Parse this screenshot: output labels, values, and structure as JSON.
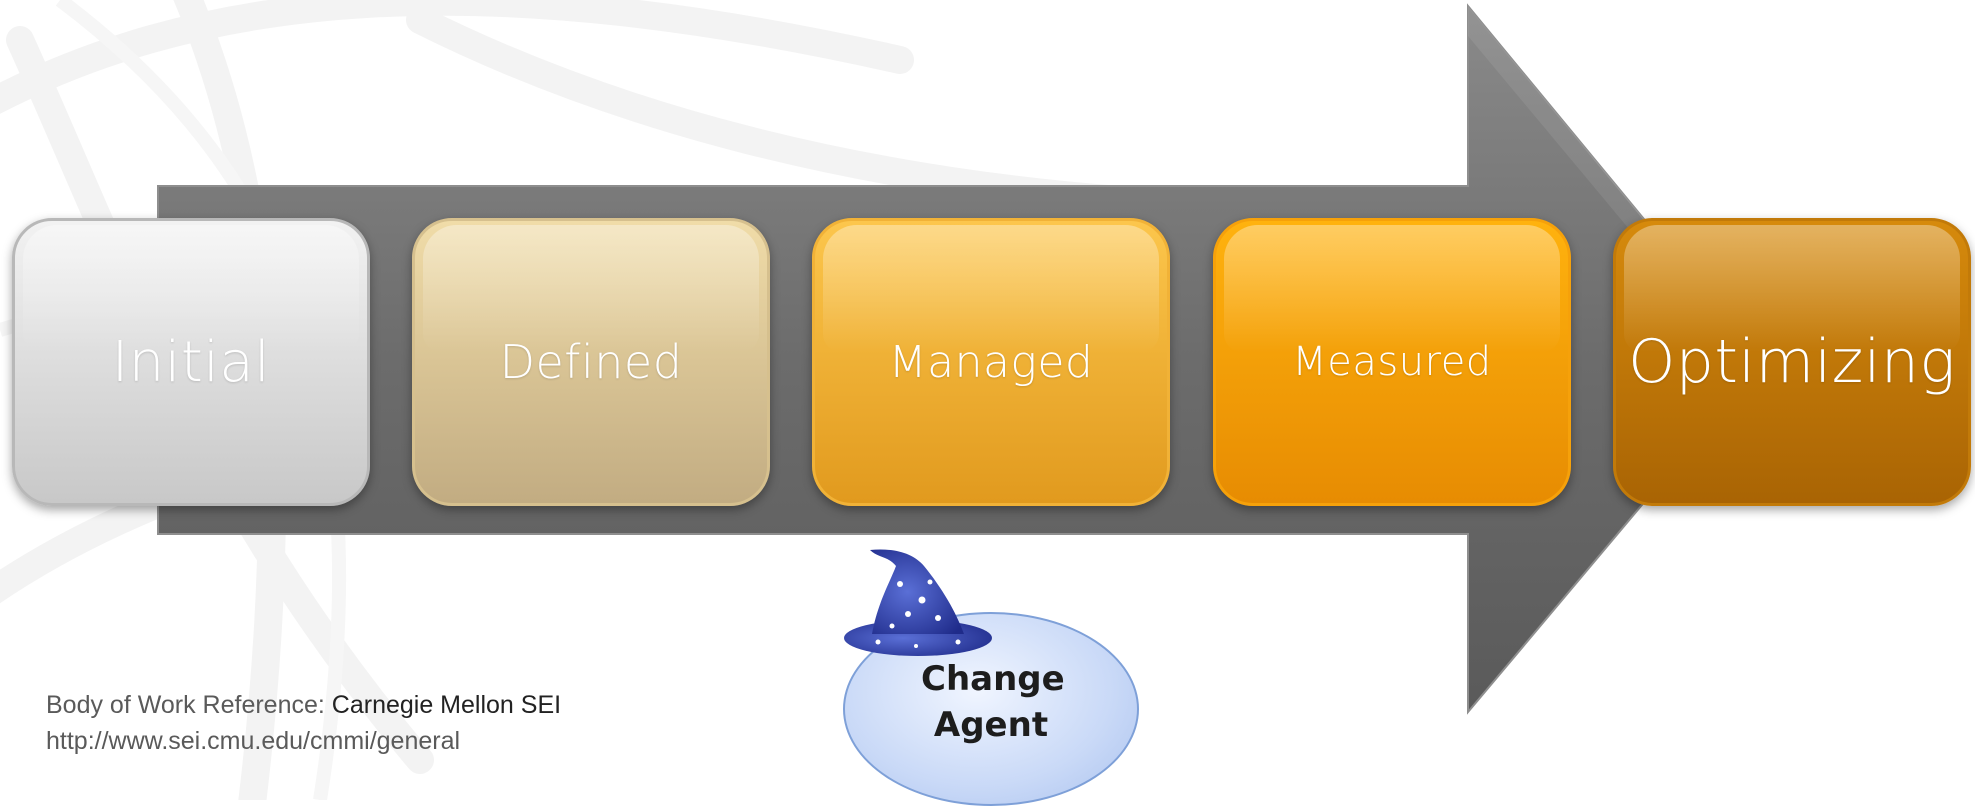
{
  "stages": [
    {
      "label": "Initial"
    },
    {
      "label": "Defined"
    },
    {
      "label": "Managed"
    },
    {
      "label": "Measured"
    },
    {
      "label": "Optimizing"
    }
  ],
  "change_agent": {
    "label": "Change Agent",
    "icon": "wizard-hat-icon"
  },
  "reference": {
    "prefix": "Body of Work Reference: ",
    "source": "Carnegie Mellon SEI",
    "url": "http://www.sei.cmu.edu/cmmi/general"
  },
  "colors": {
    "arrow": "#6b6b6b",
    "initial": "#d9d9d9",
    "defined": "#dcc594",
    "managed": "#f4b233",
    "measured": "#f6a008",
    "optimizing": "#c27a09",
    "change_agent_fill": "#c9d9f7"
  }
}
